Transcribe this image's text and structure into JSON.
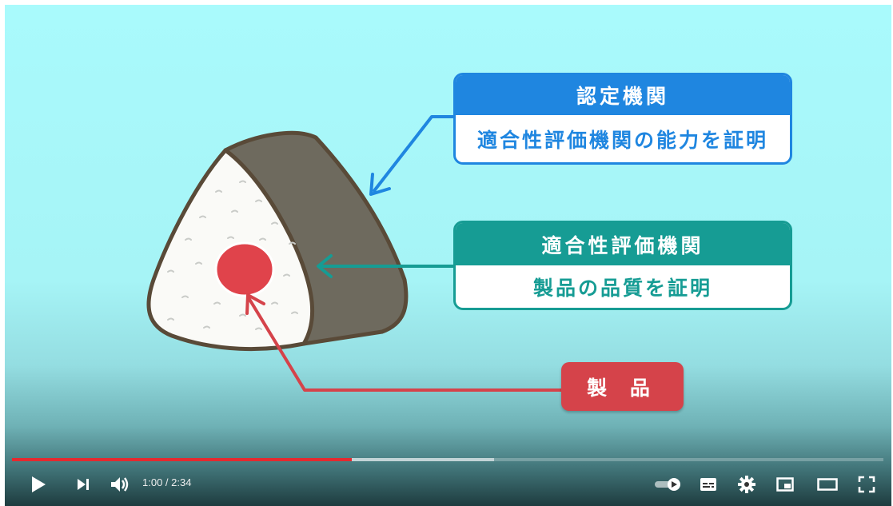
{
  "video": {
    "labels": {
      "certification_body": {
        "title": "認定機関",
        "description": "適合性評価機関の能力を証明",
        "color": "#1f86e0"
      },
      "conformity_assessment_body": {
        "title": "適合性評価機関",
        "description": "製品の品質を証明",
        "color": "#169c94"
      },
      "product": {
        "title": "製 品",
        "color": "#d5434a"
      }
    }
  },
  "player": {
    "progress": {
      "played_fraction": 0.39,
      "loaded_fraction": 0.553,
      "color": "#e5292f"
    },
    "time": {
      "current": "1:00",
      "separator": " / ",
      "duration": "2:34"
    },
    "icons": [
      "play-icon",
      "next-icon",
      "volume-icon",
      "autoplay-toggle-icon",
      "subtitles-icon",
      "settings-icon",
      "miniplayer-icon",
      "theater-mode-icon",
      "fullscreen-icon"
    ]
  }
}
